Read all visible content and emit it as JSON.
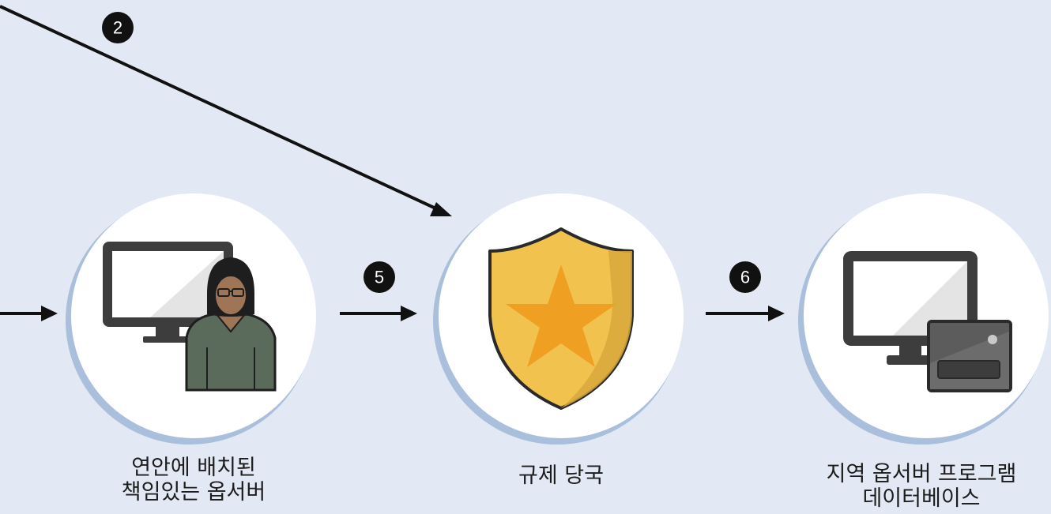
{
  "steps": {
    "step_2": "2",
    "step_5": "5",
    "step_6": "6"
  },
  "nodes": {
    "officer": {
      "icon": "person-at-computer-icon",
      "caption_line1": "연안에 배치된",
      "caption_line2": "책임있는 옵서버"
    },
    "authority": {
      "icon": "shield-star-icon",
      "caption_line1": "규제 당국"
    },
    "database": {
      "icon": "computer-with-server-icon",
      "caption_line1": "지역 옵서버 프로그램",
      "caption_line2": "데이터베이스"
    }
  },
  "colors": {
    "background": "#e2e9f4",
    "circle_fill": "#ffffff",
    "circle_shadow": "#a9bfdc",
    "arrow": "#111111",
    "badge": "#111111",
    "shield_gold": "#f2c24e",
    "star_orange": "#ef9f22",
    "monitor_dark": "#3d3d3d"
  }
}
